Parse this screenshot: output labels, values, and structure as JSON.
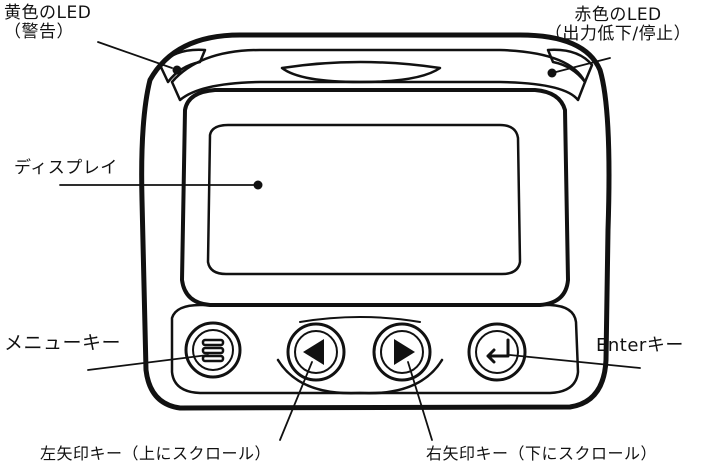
{
  "labels": {
    "yellow_led": {
      "line1": "黄色のLED",
      "line2": "（警告）"
    },
    "red_led": {
      "line1": "赤色のLED",
      "line2": "（出力低下/停止）"
    },
    "display": "ディスプレイ",
    "menu_key": "メニューキー",
    "enter_key": "Enterキー",
    "left_arrow_key": "左矢印キー（上にスクロール）",
    "right_arrow_key": "右矢印キー（下にスクロール）"
  },
  "colors": {
    "line": "#111111",
    "background": "#ffffff",
    "device_fill": "#ffffff"
  },
  "icons": {
    "menu": "menu-lines-icon",
    "left": "left-triangle-icon",
    "right": "right-triangle-icon",
    "enter": "enter-return-icon"
  }
}
